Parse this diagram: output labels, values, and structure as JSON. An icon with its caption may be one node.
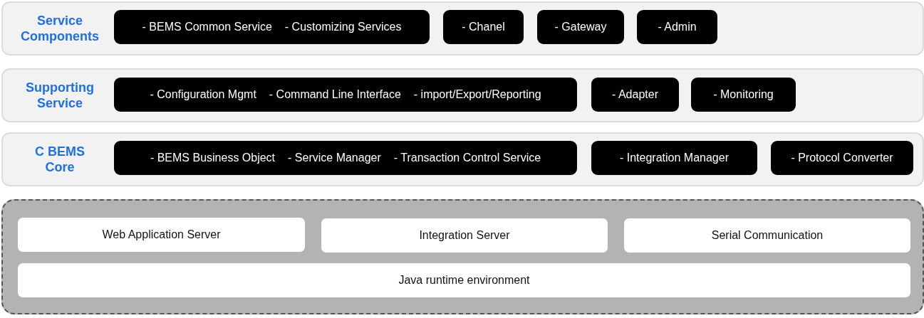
{
  "diagram": {
    "nodes": [
      {
        "text": [
          "Service Components"
        ]
      },
      {
        "text": [
          "- BEMS Common Service",
          "- Customizing Services"
        ],
        "in": 0
      },
      {
        "text": [
          "- Chanel"
        ],
        "in": 0
      },
      {
        "text": [
          "- Gateway"
        ],
        "in": 0
      },
      {
        "text": [
          "- Admin"
        ],
        "in": 0
      },
      {
        "text": [
          "Supporting Service"
        ]
      },
      {
        "text": [
          "- Configuration Mgmt",
          "- Command Line Interface",
          "- import/Export/Reporting"
        ],
        "in": 5
      },
      {
        "text": [
          "- Adapter"
        ],
        "in": 5
      },
      {
        "text": [
          "- Monitoring"
        ],
        "in": 5
      },
      {
        "text": [
          "C BEMS Core"
        ]
      },
      {
        "text": [
          "- BEMS Business Object",
          "- Service Manager",
          "- Transaction Control Service"
        ],
        "in": 9
      },
      {
        "text": [
          "- Integration Manager"
        ],
        "in": 9
      },
      {
        "text": [
          "- Protocol Converter"
        ],
        "in": 9
      },
      {
        "text": [],
        "shape": "box"
      },
      {
        "text": [
          "Web Application Server"
        ],
        "in": 13
      },
      {
        "text": [
          "Integration Server"
        ],
        "in": 13
      },
      {
        "text": [
          "Serial Communication"
        ],
        "in": 13
      },
      {
        "text": [
          "Java runtime environment"
        ],
        "in": 13
      }
    ]
  }
}
